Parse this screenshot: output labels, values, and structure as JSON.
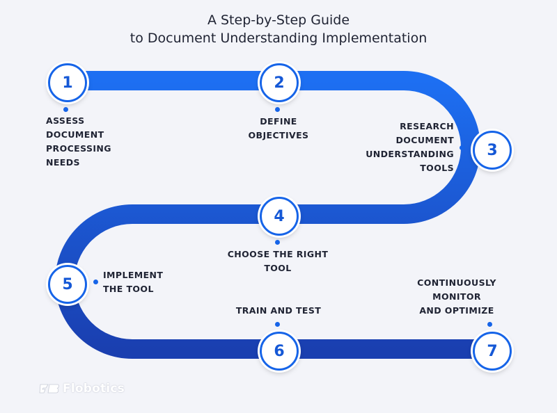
{
  "diagram": {
    "title_line1": "A Step-by-Step Guide",
    "title_line2": "to Document Understanding Implementation",
    "steps": [
      {
        "number": "1",
        "label": "ASSESS\nDOCUMENT\nPROCESSING\nNEEDS"
      },
      {
        "number": "2",
        "label": "DEFINE\nOBJECTIVES"
      },
      {
        "number": "3",
        "label": "RESEARCH\nDOCUMENT\nUNDERSTANDING\nTOOLS"
      },
      {
        "number": "4",
        "label": "CHOOSE THE RIGHT\nTOOL"
      },
      {
        "number": "5",
        "label": "IMPLEMENT\nTHE TOOL"
      },
      {
        "number": "6",
        "label": "TRAIN AND TEST"
      },
      {
        "number": "7",
        "label": "CONTINUOUSLY\nMONITOR\nAND OPTIMIZE"
      }
    ],
    "colors": {
      "path_light": "#1d6ff2",
      "path_dark": "#1a3fb0",
      "node_border": "#1664e8",
      "number": "#1558d6",
      "text": "#1f2333",
      "background": "#f3f4f9"
    }
  },
  "brand": {
    "logo_text": "Flobotics",
    "logo_icon": "flobotics-logo-icon"
  }
}
